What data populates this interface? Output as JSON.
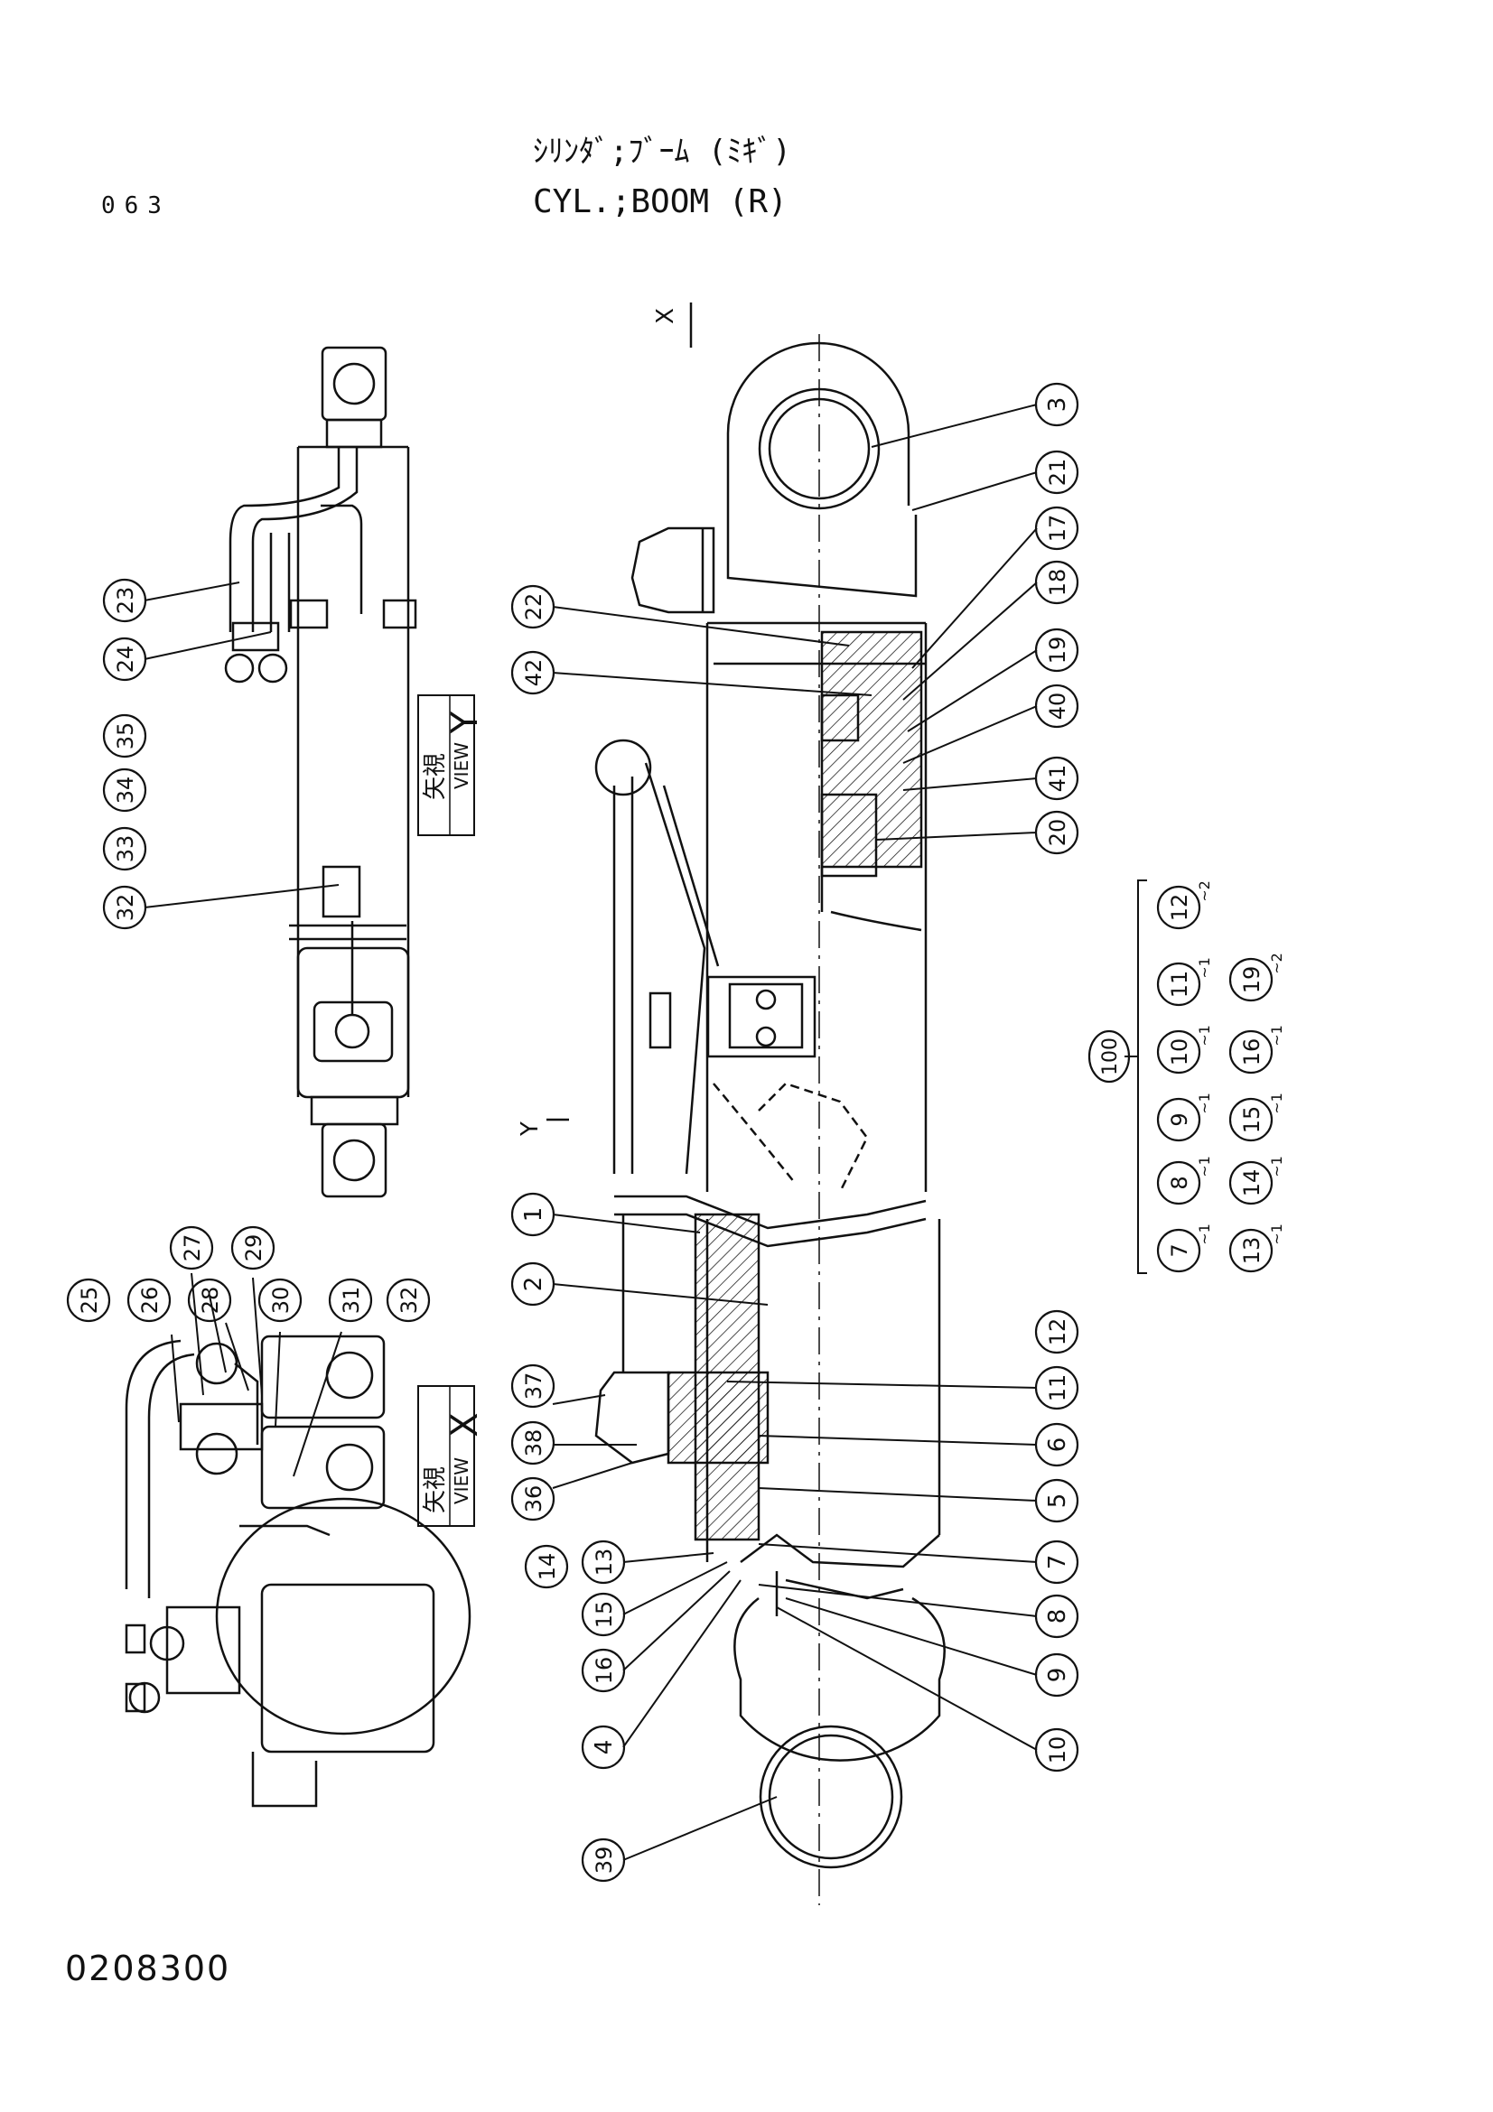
{
  "header": {
    "page_number": "063",
    "title_jp": "ｼﾘﾝﾀﾞ;ﾌﾞｰﾑ (ﾐｷﾞ)",
    "title_en": "CYL.;BOOM (R)"
  },
  "footer": {
    "drawing_code": "0208300"
  },
  "views": {
    "view_y": {
      "label_jp": "矢視",
      "label_en": "VIEW",
      "letter": "Y"
    },
    "view_x": {
      "label_jp": "矢視",
      "label_en": "VIEW",
      "letter": "X"
    },
    "arrow_x": "X",
    "arrow_y": "Y"
  },
  "callouts": {
    "p1": "1",
    "p2": "2",
    "p3": "3",
    "p4": "4",
    "p5": "5",
    "p6": "6",
    "p7": "7",
    "p8": "8",
    "p9": "9",
    "p10": "10",
    "p11": "11",
    "p12": "12",
    "p13": "13",
    "p14": "14",
    "p15": "15",
    "p16": "16",
    "p17": "17",
    "p18": "18",
    "p19": "19",
    "p20": "20",
    "p21": "21",
    "p22": "22",
    "p23": "23",
    "p24": "24",
    "p25": "25",
    "p26": "26",
    "p27": "27",
    "p28": "28",
    "p29": "29",
    "p30": "30",
    "p31": "31",
    "p32": "32",
    "p32b": "32",
    "p33": "33",
    "p34": "34",
    "p35": "35",
    "p36": "36",
    "p37": "37",
    "p38": "38",
    "p39": "39",
    "p40": "40",
    "p41": "41",
    "p42": "42"
  },
  "kit": {
    "kit_number": "100",
    "items": [
      "7",
      "8",
      "9",
      "10",
      "11",
      "12",
      "13",
      "14",
      "15",
      "16",
      "19"
    ],
    "tilde_marks": [
      "~1",
      "~1",
      "~1",
      "~1",
      "~1",
      "~2",
      "~1",
      "~1",
      "~1",
      "~1",
      "~2"
    ]
  }
}
